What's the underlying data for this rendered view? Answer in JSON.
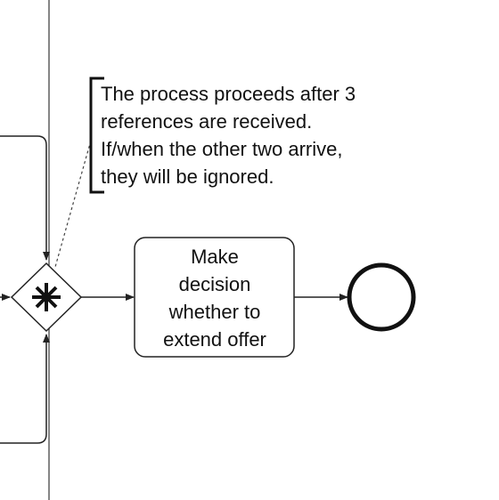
{
  "annotation": {
    "lines": [
      "The process proceeds after 3",
      "references are received.",
      "If/when the other two arrive,",
      "they will be ignored."
    ]
  },
  "task": {
    "lines": [
      "Make",
      "decision",
      "whether to",
      "extend offer"
    ]
  },
  "gateway": {
    "type": "complex",
    "icon": "asterisk-icon"
  },
  "end_event": {
    "icon": "end-event-circle"
  },
  "colors": {
    "stroke": "#222222",
    "background": "#ffffff"
  }
}
